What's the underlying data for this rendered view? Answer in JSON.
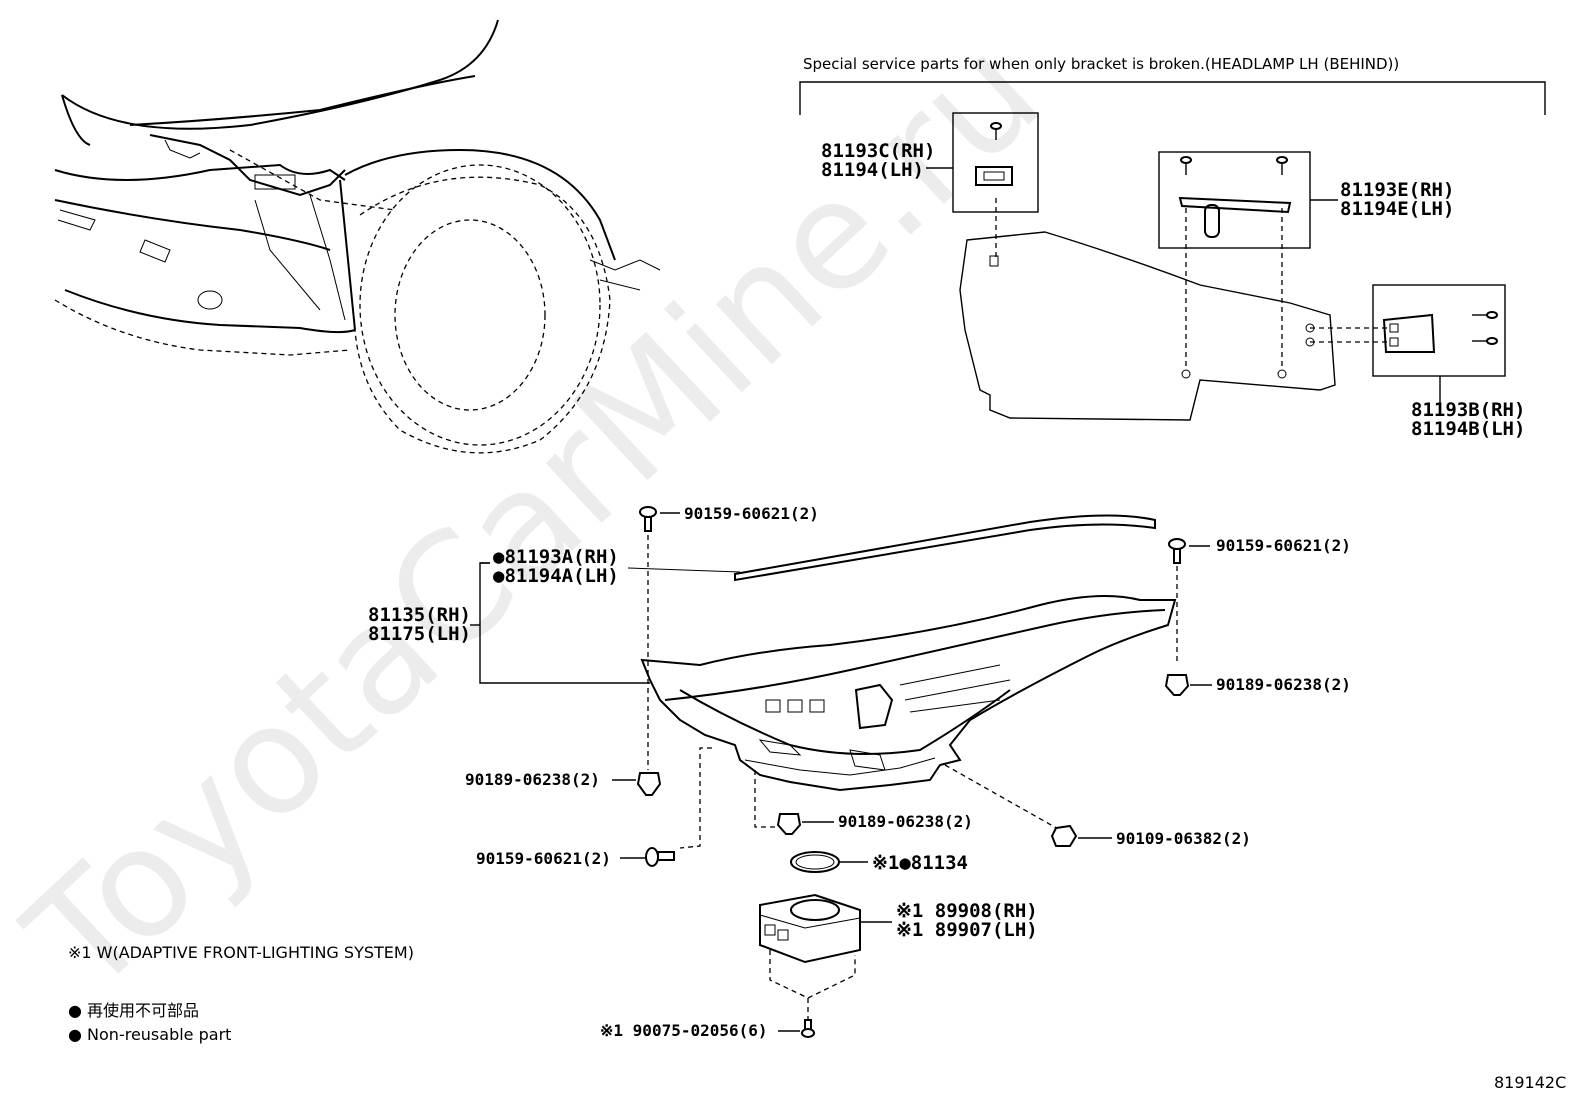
{
  "header": {
    "special_service_title": "Special service parts for when only bracket is broken.(HEADLAMP LH (BEHIND))"
  },
  "callouts": {
    "bracket_c_rh": "81193C(RH)",
    "bracket_c_lh": "81194(LH)",
    "bracket_e_rh": "81193E(RH)",
    "bracket_e_lh": "81194E(LH)",
    "bracket_b_rh": "81193B(RH)",
    "bracket_b_lh": "81194B(LH)",
    "bracket_a_rh": "●81193A(RH)",
    "bracket_a_lh": "●81194A(LH)",
    "headlamp_rh": "81135(RH)",
    "headlamp_lh": "81175(LH)",
    "screw_top_left": "90159-60621(2)",
    "screw_top_right": "90159-60621(2)",
    "clip_right": "90189-06238(2)",
    "clip_left": "90189-06238(2)",
    "clip_bottom": "90189-06238(2)",
    "screw_lower_left": "90159-60621(2)",
    "bolt_right": "90109-06382(2)",
    "gasket": "※1●81134",
    "module_rh": "※1 89908(RH)",
    "module_lh": "※1 89907(LH)",
    "screw_module": "※1 90075-02056(6)"
  },
  "notes": {
    "afs": "※1 W(ADAPTIVE FRONT-LIGHTING SYSTEM)",
    "non_reusable_jp": "● 再使用不可部品",
    "non_reusable_en": "● Non-reusable part"
  },
  "figure_id": "819142C",
  "watermark": "ToyotaCarMine.ru"
}
